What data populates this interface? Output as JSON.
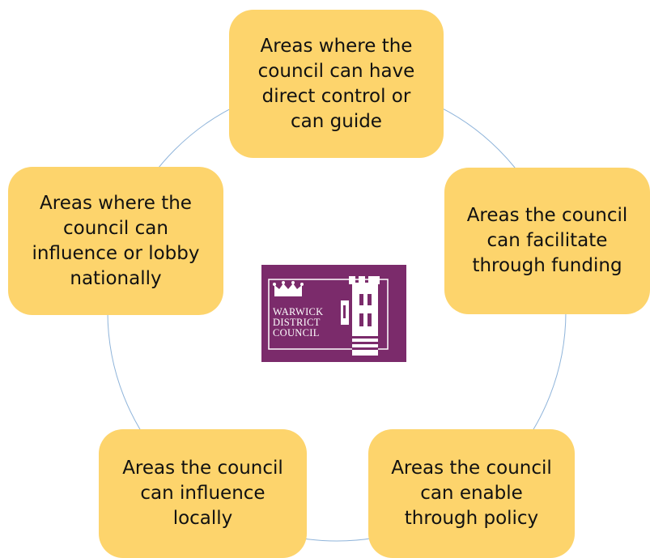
{
  "diagram": {
    "nodes": [
      {
        "id": "direct-control",
        "text": "Areas where the\ncouncil can have\ndirect control or\ncan guide"
      },
      {
        "id": "facilitate-funding",
        "text": "Areas the council\ncan facilitate\nthrough funding"
      },
      {
        "id": "enable-policy",
        "text": "Areas the council\ncan enable\nthrough policy"
      },
      {
        "id": "influence-locally",
        "text": "Areas the council\ncan influence\nlocally"
      },
      {
        "id": "influence-nationally",
        "text": "Areas where the\ncouncil can\ninfluence or lobby\nnationally"
      }
    ],
    "logo": {
      "lines": [
        "WARWICK",
        "DISTRICT",
        "COUNCIL"
      ]
    }
  },
  "colors": {
    "node_fill": "#fdd46c",
    "ring_stroke": "#8fb4da",
    "logo_background": "#7b2b6b",
    "logo_foreground": "#ffffff"
  }
}
